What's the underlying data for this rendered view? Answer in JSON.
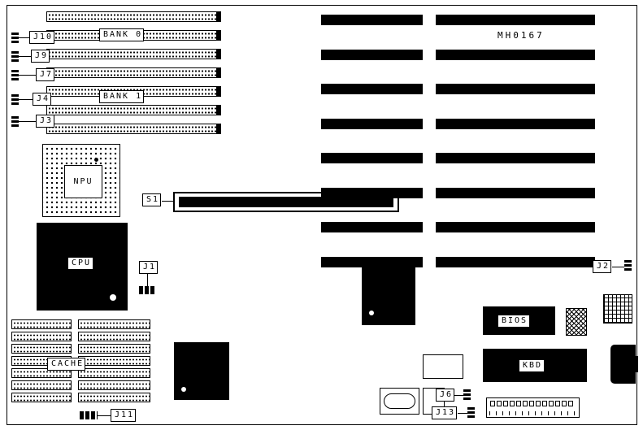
{
  "diagram": {
    "part_number": "MH0167",
    "memory": {
      "bank0": "BANK 0",
      "bank1": "BANK 1",
      "connectors": {
        "j10": "J10",
        "j9": "J9",
        "j7": "J7",
        "j4": "J4",
        "j3": "J3"
      }
    },
    "chips": {
      "npu": "NPU",
      "cpu": "CPU",
      "bios": "BIOS",
      "kbd": "KBD",
      "cache": "CACHE"
    },
    "connectors": {
      "s1": "S1",
      "j1": "J1",
      "j2": "J2",
      "j6": "J6",
      "j11": "J11",
      "j13": "J13"
    }
  }
}
